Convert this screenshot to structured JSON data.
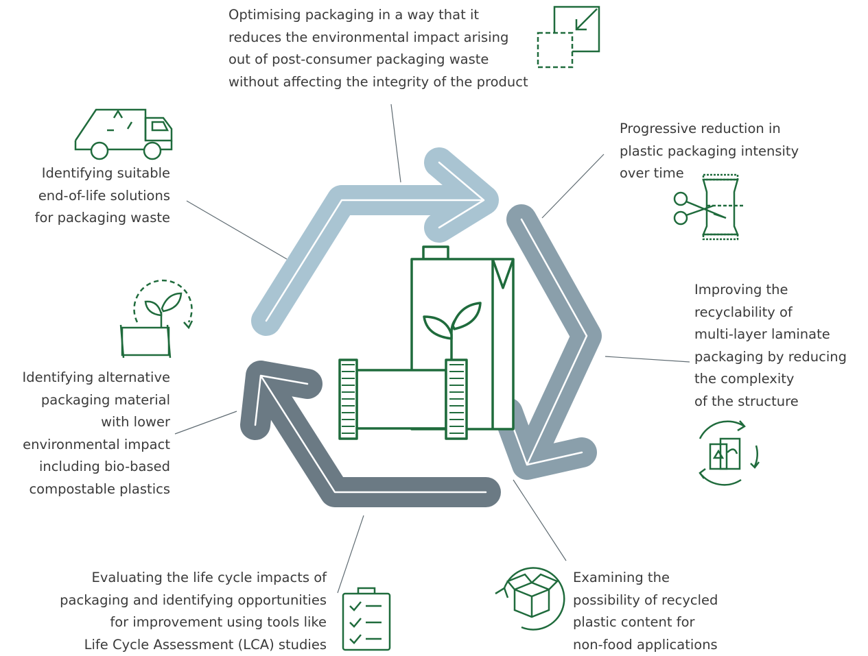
{
  "colors": {
    "green": "#1f6b3c",
    "arrow_light": "#a9c4d2",
    "arrow_mid": "#8a9fab",
    "arrow_dark": "#6b7a84",
    "connector": "#5f6b72",
    "text": "#3a3a3a"
  },
  "items": {
    "top": {
      "lines": [
        "Optimising packaging in a way that it",
        "reduces the environmental impact arising",
        "out of post-consumer packaging waste",
        "without affecting the integrity of the product"
      ],
      "icon": "resize-packaging-icon"
    },
    "upper_right": {
      "lines": [
        "Progressive reduction in",
        "plastic packaging intensity",
        "over time"
      ],
      "icon": "scissors-cutting-package-icon"
    },
    "right": {
      "lines": [
        "Improving the",
        "recyclability of",
        "multi-layer laminate",
        "packaging by reducing",
        "the complexity",
        "of the structure"
      ],
      "icon": "recycling-packages-icon"
    },
    "bottom_right": {
      "lines": [
        "Examining the",
        "possibility of recycled",
        "plastic content for",
        "non-food applications"
      ],
      "icon": "recycled-box-icon"
    },
    "bottom_left": {
      "lines": [
        "Evaluating the life cycle impacts of",
        "packaging and identifying opportunities",
        "for improvement using tools like",
        "Life Cycle Assessment (LCA) studies"
      ],
      "icon": "checklist-clipboard-icon"
    },
    "left": {
      "lines": [
        "Identifying alternative",
        "packaging material",
        "with lower",
        "environmental impact",
        "including bio-based",
        "compostable plastics"
      ],
      "icon": "bio-based-packaging-icon"
    },
    "upper_left": {
      "lines": [
        "Identifying suitable",
        "end-of-life solutions",
        "for packaging waste"
      ],
      "icon": "recycling-truck-icon"
    }
  },
  "center_icon": "sustainable-packaging-icon"
}
